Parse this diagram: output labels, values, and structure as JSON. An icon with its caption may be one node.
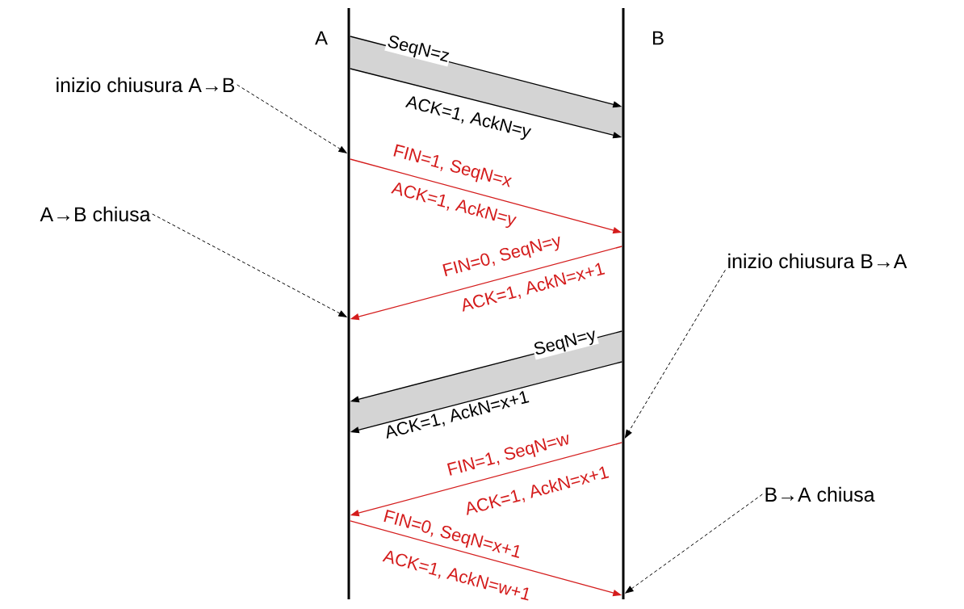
{
  "diagram": {
    "nodes": [
      {
        "text": [
          "A"
        ]
      },
      {
        "text": [
          "B"
        ]
      },
      {
        "text": [
          "inizio chiusura A→B"
        ]
      },
      {
        "text": [
          "A→B chiusa"
        ]
      },
      {
        "text": [
          "inizio chiusura B→A"
        ]
      },
      {
        "text": [
          "B→A chiusa"
        ]
      }
    ],
    "edges": [
      {
        "from": 0,
        "to": 1,
        "arrow": "to",
        "label": "SeqN=z"
      },
      {
        "from": 0,
        "to": 1,
        "arrow": "to",
        "label": "ACK=1, AckN=y"
      },
      {
        "from": 0,
        "to": 1,
        "arrow": "to",
        "label": "FIN=1, SeqN=x",
        "color": "#d41c1c"
      },
      {
        "from": 1,
        "to": 0,
        "arrow": "to",
        "label": "FIN=0, SeqN=y",
        "color": "#d41c1c"
      },
      {
        "from": 1,
        "to": 0,
        "arrow": "to",
        "label": "SeqN=y"
      },
      {
        "from": 1,
        "to": 0,
        "arrow": "to",
        "label": "ACK=1, AckN=x+1"
      },
      {
        "from": 1,
        "to": 0,
        "arrow": "to",
        "label": "FIN=1, SeqN=w",
        "color": "#d41c1c"
      },
      {
        "from": 0,
        "to": 1,
        "arrow": "to",
        "label": "FIN=0, SeqN=x+1",
        "color": "#d41c1c"
      },
      {
        "from": 2,
        "to": 0,
        "arrow": "to",
        "style": "dashed"
      },
      {
        "from": 3,
        "to": 0,
        "arrow": "to",
        "style": "dashed"
      },
      {
        "from": 4,
        "to": 1,
        "arrow": "to",
        "style": "dashed"
      },
      {
        "from": 5,
        "to": 1,
        "arrow": "to",
        "style": "dashed"
      }
    ],
    "labels": [
      "ACK=1, AckN=y",
      "ACK=1, AckN=x+1",
      "ACK=1, AckN=x+1",
      "ACK=1, AckN=w+1"
    ]
  }
}
